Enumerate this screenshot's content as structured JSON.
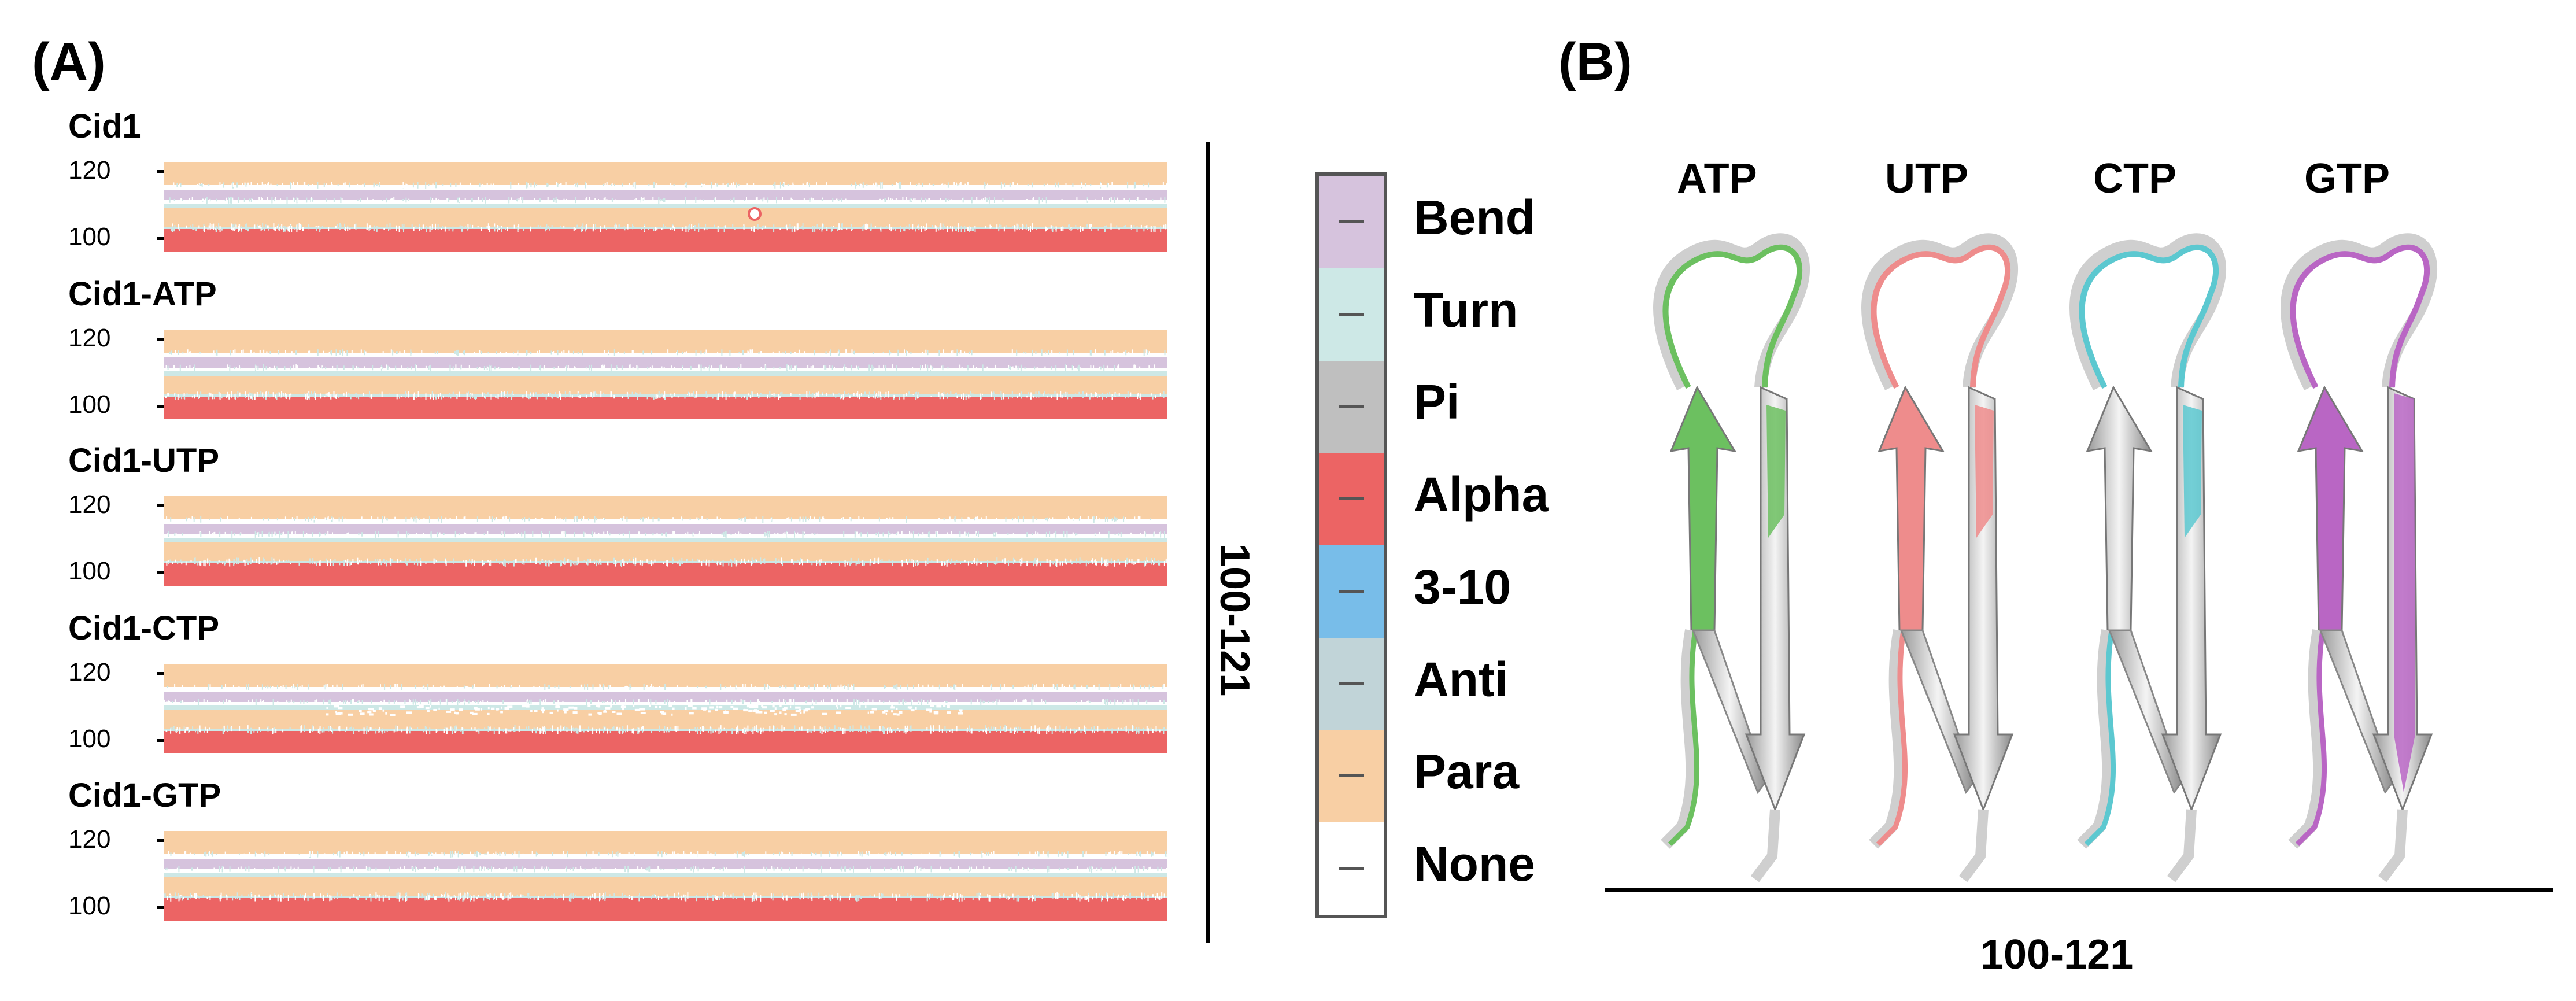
{
  "panel_a": {
    "label": "(A)",
    "tracks": [
      {
        "name": "Cid1",
        "y_top_tick": "120",
        "y_bottom_tick": "100"
      },
      {
        "name": "Cid1-ATP",
        "y_top_tick": "120",
        "y_bottom_tick": "100"
      },
      {
        "name": "Cid1-UTP",
        "y_top_tick": "120",
        "y_bottom_tick": "100"
      },
      {
        "name": "Cid1-CTP",
        "y_top_tick": "120",
        "y_bottom_tick": "100"
      },
      {
        "name": "Cid1-GTP",
        "y_top_tick": "120",
        "y_bottom_tick": "100"
      }
    ],
    "range_label": "100-121"
  },
  "legend": {
    "items": [
      {
        "label": "Bend",
        "color": "#d6c3dd"
      },
      {
        "label": "Turn",
        "color": "#cde8e6"
      },
      {
        "label": "Pi",
        "color": "#bfbfbf"
      },
      {
        "label": "Alpha",
        "color": "#ec6464"
      },
      {
        "label": "3-10",
        "color": "#78bde9"
      },
      {
        "label": "Anti",
        "color": "#c1d4d8"
      },
      {
        "label": "Para",
        "color": "#f8cfa4"
      },
      {
        "label": "None",
        "color": "#ffffff"
      }
    ]
  },
  "panel_b": {
    "label": "(B)",
    "structures": [
      {
        "name": "ATP",
        "color": "#6cc060"
      },
      {
        "name": "UTP",
        "color": "#ee8c8c"
      },
      {
        "name": "CTP",
        "color": "#5cc8d0"
      },
      {
        "name": "GTP",
        "color": "#b966c4"
      }
    ],
    "range_label": "100-121"
  }
}
